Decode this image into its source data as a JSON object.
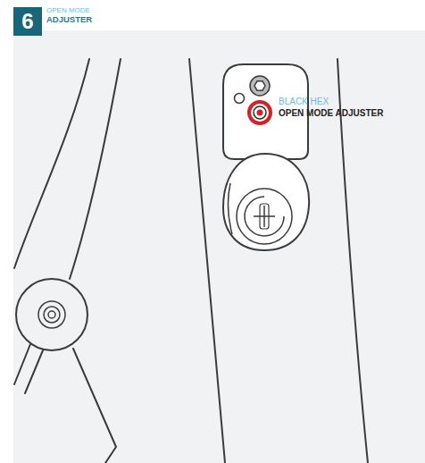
{
  "diagram": {
    "nodes": [
      {
        "text": [
          "6"
        ]
      }
    ],
    "labels": [
      "OPEN MODE",
      "ADJUSTER",
      "BLACK HEX",
      "OPEN MODE ADJUSTER"
    ]
  }
}
